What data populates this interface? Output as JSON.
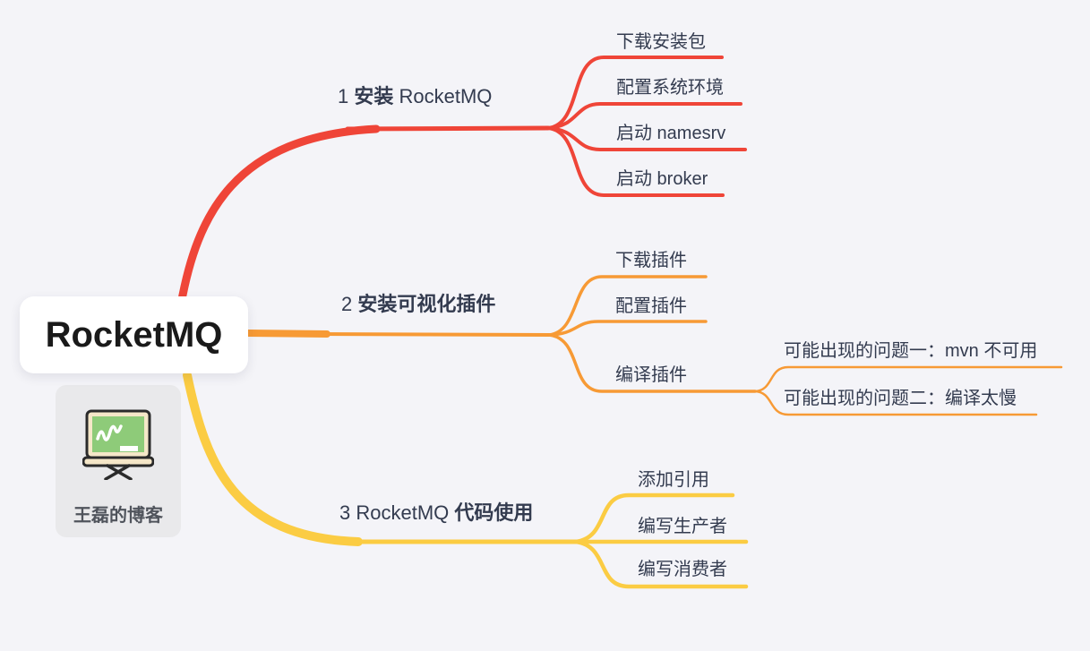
{
  "theme": {
    "bg": "#f4f4f8",
    "text": "#333b4f",
    "root-text": "#1a1a1a",
    "node-bg": "#ffffff",
    "badge-bg": "#e9e9eb",
    "badge-text": "#50545c",
    "branch-red": "#ef4538",
    "branch-orange": "#f79a35",
    "branch-yellow": "#fbcc43"
  },
  "root": {
    "label": "RocketMQ"
  },
  "badge": {
    "label": "王磊的博客",
    "icon": "blackboard-icon"
  },
  "branches": [
    {
      "label_prefix": "1 ",
      "label_bold": "安装",
      "label_suffix": " RocketMQ",
      "color": "#ef4538",
      "children": [
        {
          "label": "下载安装包"
        },
        {
          "label": "配置系统环境"
        },
        {
          "label": "启动 namesrv"
        },
        {
          "label": "启动 broker"
        }
      ]
    },
    {
      "label_prefix": "2 ",
      "label_bold": "安装可视化插件",
      "label_suffix": "",
      "color": "#f79a35",
      "children": [
        {
          "label": "下载插件"
        },
        {
          "label": "配置插件"
        },
        {
          "label": "编译插件",
          "children": [
            {
              "label": "可能出现的问题一：mvn 不可用"
            },
            {
              "label": "可能出现的问题二：编译太慢"
            }
          ]
        }
      ]
    },
    {
      "label_prefix": "3 RocketMQ ",
      "label_bold": "代码使用",
      "label_suffix": "",
      "color": "#fbcc43",
      "children": [
        {
          "label": "添加引用"
        },
        {
          "label": "编写生产者"
        },
        {
          "label": "编写消费者"
        }
      ]
    }
  ]
}
